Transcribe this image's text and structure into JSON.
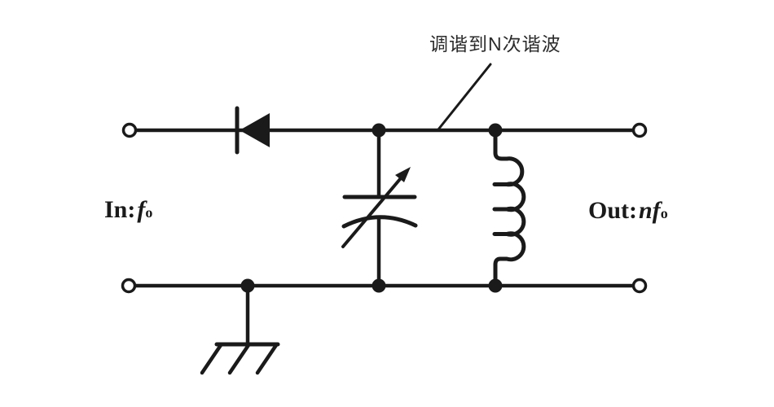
{
  "annotation": {
    "text": "调谐到N次谐波"
  },
  "labels": {
    "input": {
      "prefix": "In:",
      "variable": "f",
      "subscript": "o"
    },
    "output": {
      "prefix": "Out:",
      "variable": "nf",
      "subscript": "o"
    }
  },
  "icons": {
    "diode": "diode-symbol",
    "variable_capacitor": "variable-capacitor-symbol",
    "inductor": "inductor-coil-symbol",
    "ground": "chassis-ground-symbol",
    "terminal": "open-terminal-circle",
    "junction": "junction-dot",
    "leader": "annotation-leader-line"
  },
  "colors": {
    "ink": "#1a1a1a",
    "annotation_ink": "#2b2b2b",
    "background": "#ffffff"
  }
}
